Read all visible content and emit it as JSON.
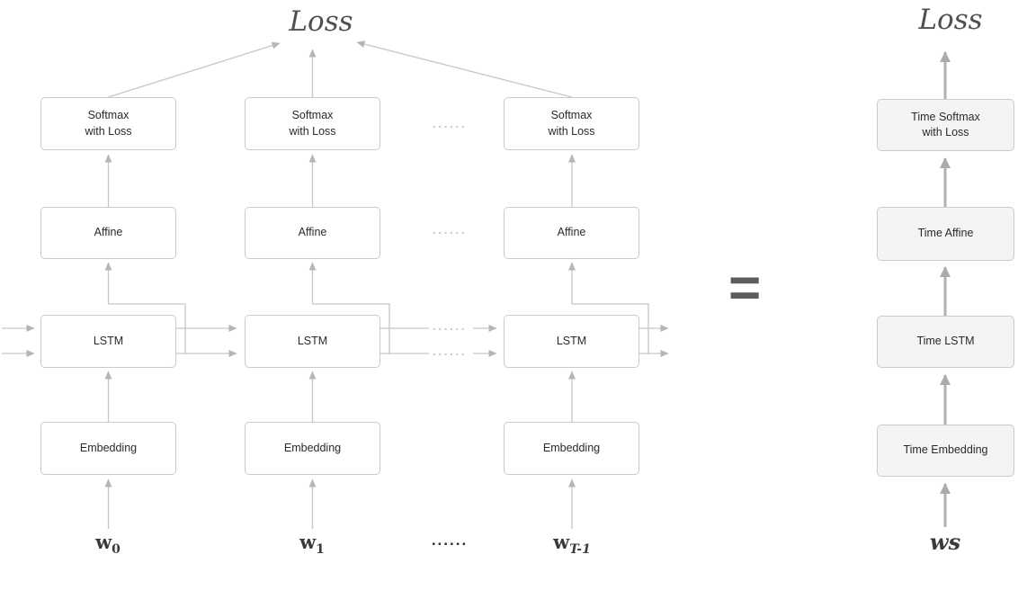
{
  "left": {
    "loss_label": "Loss",
    "layers": {
      "softmax_line1": "Softmax",
      "softmax_line2": "with Loss",
      "affine": "Affine",
      "lstm": "LSTM",
      "embedding": "Embedding"
    },
    "inputs": [
      {
        "base": "w",
        "sub": "0"
      },
      {
        "base": "w",
        "sub": "1"
      },
      {
        "base": "w",
        "sub": "T-1"
      }
    ],
    "ellipsis": "......",
    "ellipsis_dark": "......"
  },
  "equals_sign": "=",
  "right": {
    "loss_label": "Loss",
    "layers": {
      "softmax_line1": "Time Softmax",
      "softmax_line2": "with Loss",
      "affine": "Time Affine",
      "lstm": "Time LSTM",
      "embedding": "Time Embedding"
    },
    "input": "ws"
  },
  "colors": {
    "thin_line": "#c2c2c2",
    "thick_line": "#b0b0b0",
    "box_border": "#cbcbcb",
    "time_box_fill": "#f4f5f2",
    "loss_text": "#4f4f4f"
  }
}
